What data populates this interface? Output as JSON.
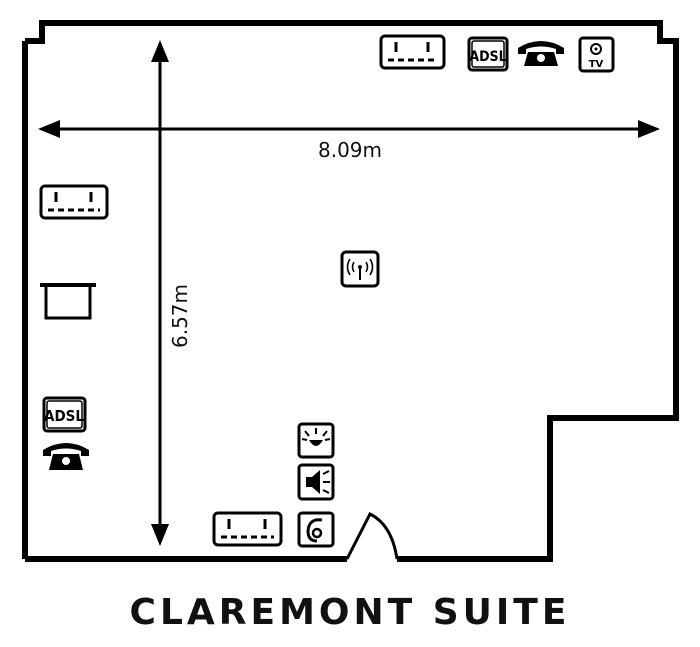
{
  "title": "CLAREMONT SUITE",
  "dimensions": {
    "width": "8.09m",
    "height": "6.57m"
  },
  "icons": {
    "adsl_label": "ADSL",
    "tv_label": "TV"
  }
}
